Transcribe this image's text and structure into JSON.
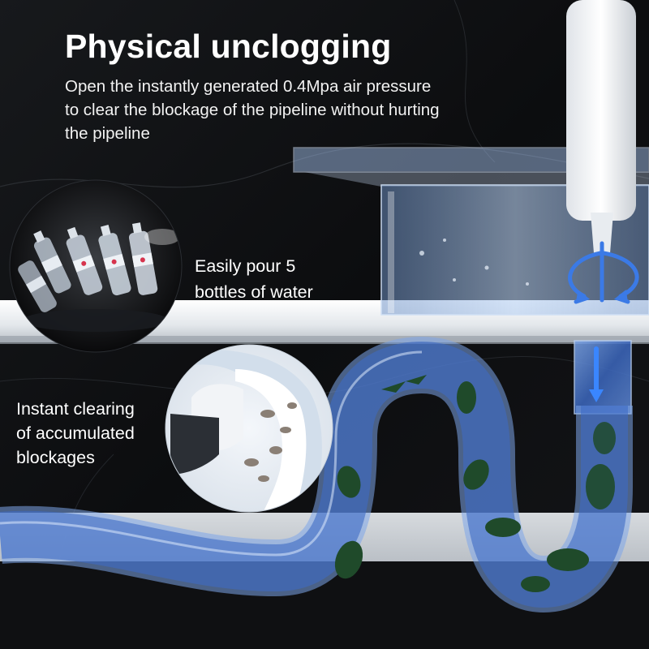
{
  "headline": "Physical unclogging",
  "description_lines": [
    "Open the instantly generated 0.4Mpa air pressure",
    "to clear the blockage of the pipeline without hurting",
    "the pipeline"
  ],
  "callouts": {
    "pour_lines": [
      "Easily pour 5",
      "bottles of water"
    ],
    "clearing_lines": [
      "Instant clearing",
      "of accumulated",
      "blockages"
    ]
  },
  "illustration": {
    "background_color": "#0a0b0d",
    "shelf_color": "#e9edf1",
    "pipe_color": "#4f7fd8",
    "sink_color": "#a9c6f0",
    "plant_color": "#1f4a2a",
    "icons": [
      "water-bottle-icon",
      "airflow-arrow-icon",
      "debris-icon"
    ]
  }
}
